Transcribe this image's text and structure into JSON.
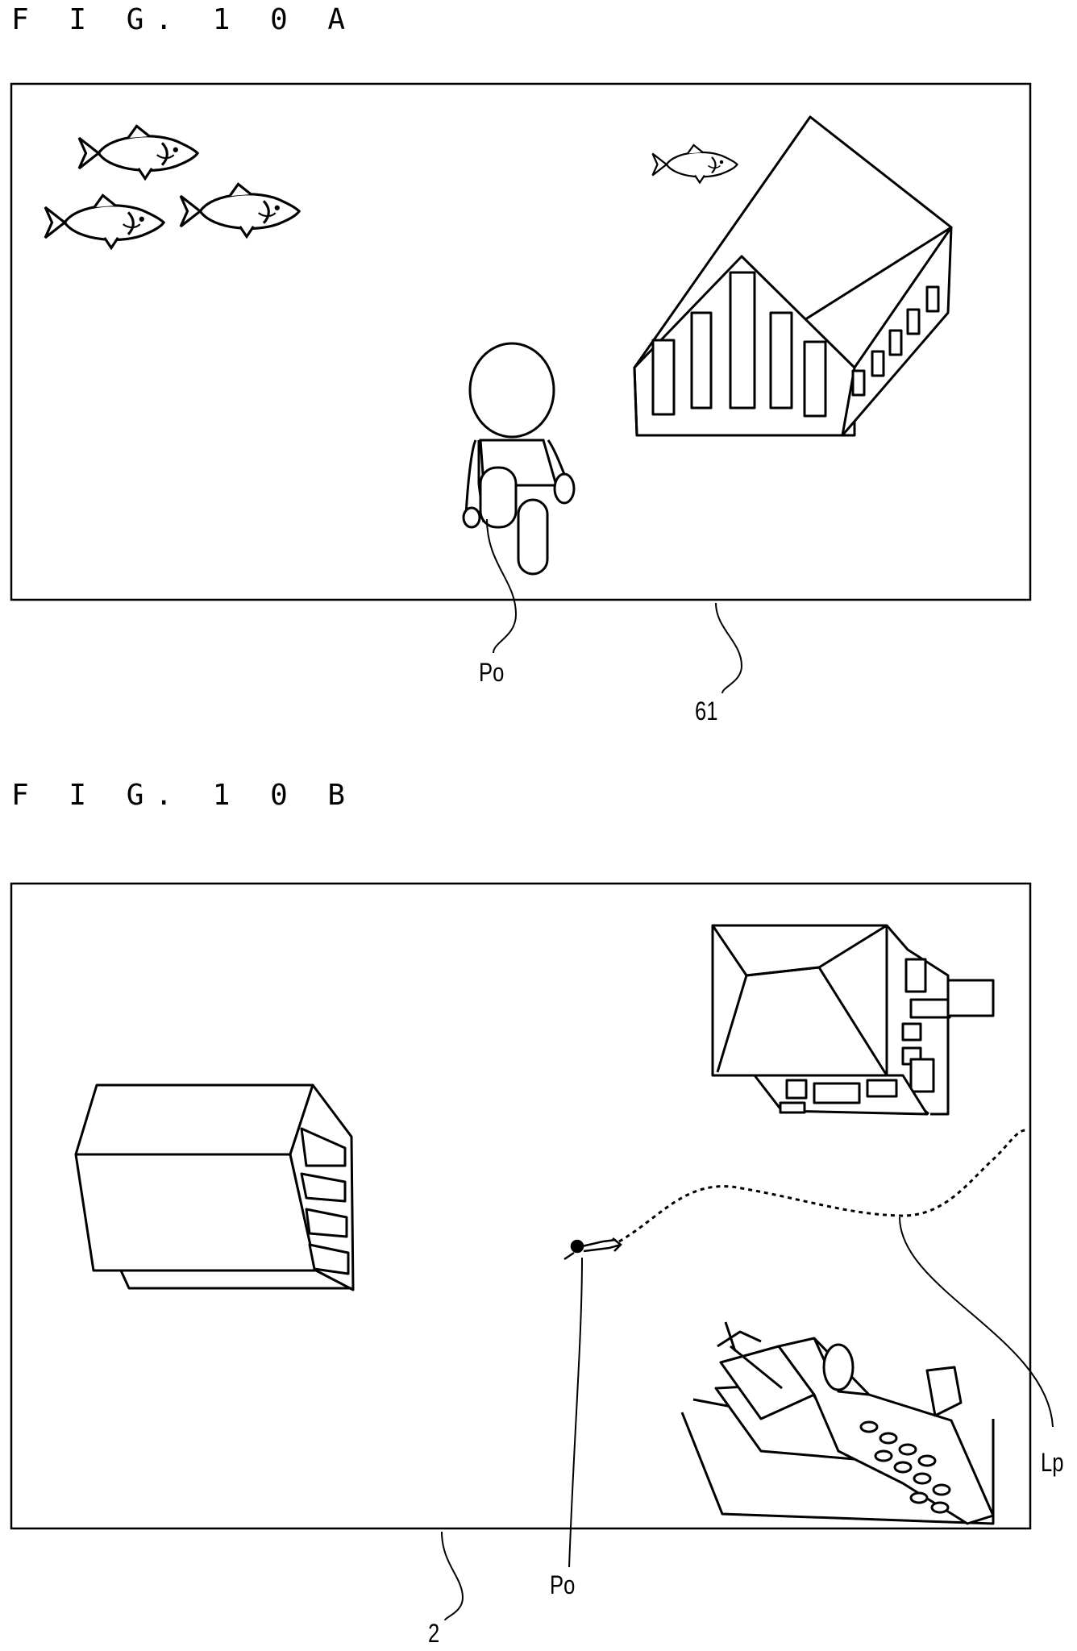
{
  "figure_a": {
    "title": "F I G. 1 0 A",
    "labels": {
      "character": "Po",
      "panel": "61"
    },
    "icons": [
      "fish-icon",
      "character-icon",
      "house-icon"
    ]
  },
  "figure_b": {
    "title": "F I G. 1 0 B",
    "labels": {
      "character": "Po",
      "panel": "2",
      "path": "Lp"
    },
    "icons": [
      "building-icon",
      "house-icon",
      "character-icon",
      "path-line"
    ]
  }
}
